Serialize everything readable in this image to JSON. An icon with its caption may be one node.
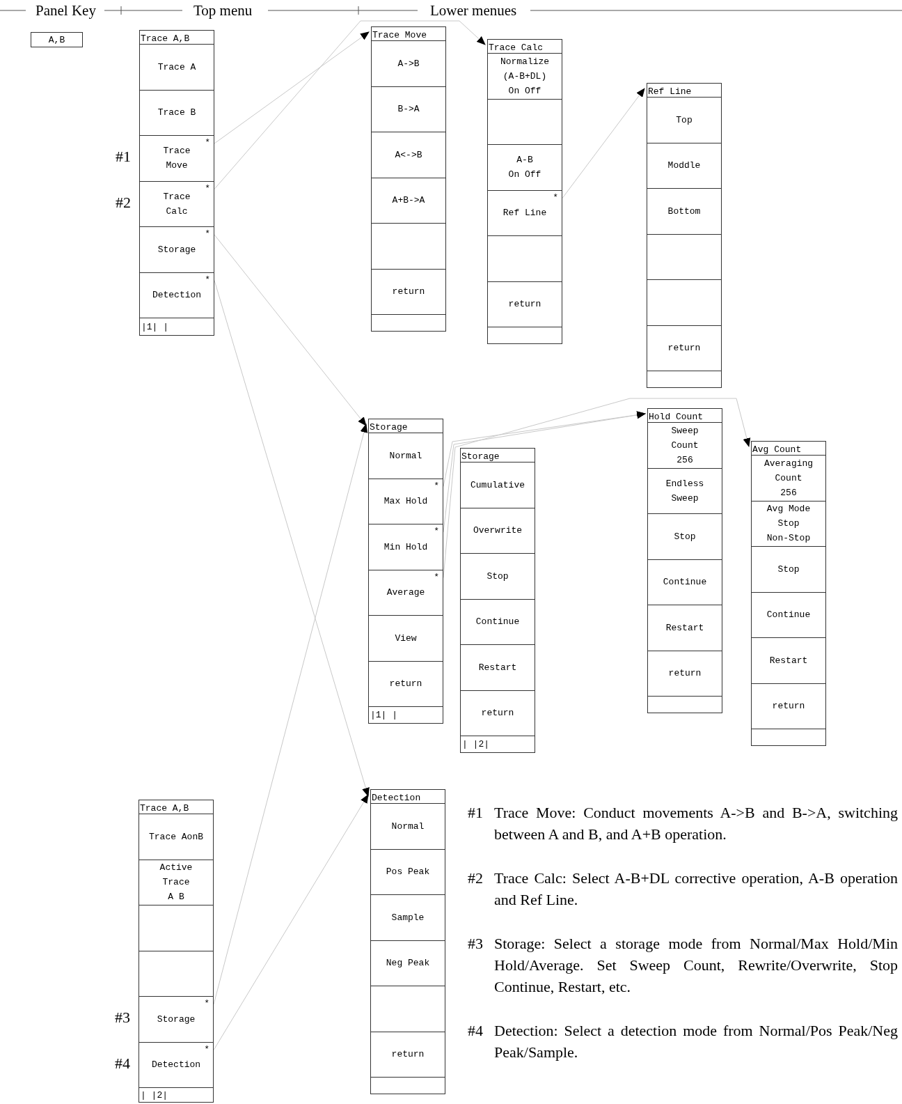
{
  "diagram": {
    "nodes": [
      {
        "text": [
          "A,B"
        ]
      },
      {
        "text": [
          "Trace A,B",
          "|1| |"
        ]
      },
      {
        "text": [
          "Trace A"
        ],
        "in": 1
      },
      {
        "text": [
          "Trace B"
        ],
        "in": 1
      },
      {
        "text": [
          "*",
          "Trace Move"
        ],
        "in": 1,
        "beside": [
          "#1"
        ]
      },
      {
        "text": [
          "*",
          "Trace Calc"
        ],
        "in": 1,
        "beside": [
          "#2"
        ]
      },
      {
        "text": [
          "*",
          "Storage"
        ],
        "in": 1
      },
      {
        "text": [
          "*",
          "Detection"
        ],
        "in": 1
      },
      {
        "text": [
          "Trace Move"
        ]
      },
      {
        "text": [
          "A->B"
        ],
        "in": 8
      },
      {
        "text": [
          "B->A"
        ],
        "in": 8
      },
      {
        "text": [
          "A<->B"
        ],
        "in": 8
      },
      {
        "text": [
          "A+B->A"
        ],
        "in": 8
      },
      {
        "text": [],
        "shape": "box",
        "in": 8
      },
      {
        "text": [
          "return"
        ],
        "in": 8
      },
      {
        "text": [
          "Trace Calc"
        ]
      },
      {
        "text": [
          "Normalize (A-B+DL) On Off"
        ],
        "in": 15
      },
      {
        "text": [],
        "shape": "box",
        "in": 15
      },
      {
        "text": [
          "A-B On Off"
        ],
        "in": 15
      },
      {
        "text": [
          "*",
          "Ref Line"
        ],
        "in": 15
      },
      {
        "text": [],
        "shape": "box",
        "in": 15
      },
      {
        "text": [
          "return"
        ],
        "in": 15
      },
      {
        "text": [
          "Ref Line"
        ]
      },
      {
        "text": [
          "Top"
        ],
        "in": 22
      },
      {
        "text": [
          "Moddle"
        ],
        "in": 22
      },
      {
        "text": [
          "Bottom"
        ],
        "in": 22
      },
      {
        "text": [],
        "shape": "box",
        "in": 22
      },
      {
        "text": [],
        "shape": "box",
        "in": 22
      },
      {
        "text": [
          "return"
        ],
        "in": 22
      },
      {
        "text": [
          "Storage",
          "|1| |"
        ]
      },
      {
        "text": [
          "Normal"
        ],
        "in": 29
      },
      {
        "text": [
          "*",
          "Max Hold"
        ],
        "in": 29
      },
      {
        "text": [
          "*",
          "Min Hold"
        ],
        "in": 29
      },
      {
        "text": [
          "*",
          "Average"
        ],
        "in": 29
      },
      {
        "text": [
          "View"
        ],
        "in": 29
      },
      {
        "text": [
          "return"
        ],
        "in": 29
      },
      {
        "text": [
          "Storage",
          "| |2|"
        ]
      },
      {
        "text": [
          "Cumulative"
        ],
        "in": 36
      },
      {
        "text": [
          "Overwrite"
        ],
        "in": 36
      },
      {
        "text": [
          "Stop"
        ],
        "in": 36
      },
      {
        "text": [
          "Continue"
        ],
        "in": 36
      },
      {
        "text": [
          "Restart"
        ],
        "in": 36
      },
      {
        "text": [
          "return"
        ],
        "in": 36
      },
      {
        "text": [
          "Hold Count"
        ]
      },
      {
        "text": [
          "Sweep Count 256"
        ],
        "in": 43
      },
      {
        "text": [
          "Endless Sweep"
        ],
        "in": 43
      },
      {
        "text": [
          "Stop"
        ],
        "in": 43
      },
      {
        "text": [
          "Continue"
        ],
        "in": 43
      },
      {
        "text": [
          "Restart"
        ],
        "in": 43
      },
      {
        "text": [
          "return"
        ],
        "in": 43
      },
      {
        "text": [
          "Avg Count"
        ]
      },
      {
        "text": [
          "Averaging Count 256"
        ],
        "in": 50
      },
      {
        "text": [
          "Avg Mode Stop Non-Stop"
        ],
        "in": 50
      },
      {
        "text": [
          "Stop"
        ],
        "in": 50
      },
      {
        "text": [
          "Continue"
        ],
        "in": 50
      },
      {
        "text": [
          "Restart"
        ],
        "in": 50
      },
      {
        "text": [
          "return"
        ],
        "in": 50
      },
      {
        "text": [
          "Trace A,B",
          "| |2|"
        ]
      },
      {
        "text": [
          "Trace AonB"
        ],
        "in": 57
      },
      {
        "text": [
          "Active Trace A B"
        ],
        "in": 57
      },
      {
        "text": [],
        "shape": "box",
        "in": 57
      },
      {
        "text": [],
        "shape": "box",
        "in": 57
      },
      {
        "text": [
          "*",
          "Storage"
        ],
        "in": 57,
        "beside": [
          "#3"
        ]
      },
      {
        "text": [
          "*",
          "Detection"
        ],
        "in": 57,
        "beside": [
          "#4"
        ]
      },
      {
        "text": [
          "Detection"
        ]
      },
      {
        "text": [
          "Normal"
        ],
        "in": 64
      },
      {
        "text": [
          "Pos Peak"
        ],
        "in": 64
      },
      {
        "text": [
          "Sample"
        ],
        "in": 64
      },
      {
        "text": [
          "Neg Peak"
        ],
        "in": 64
      },
      {
        "text": [],
        "shape": "box",
        "in": 64
      },
      {
        "text": [
          "return"
        ],
        "in": 64
      }
    ],
    "edges": [
      {
        "from": 4,
        "to": 8,
        "arrow": "to"
      },
      {
        "from": 5,
        "to": 15,
        "arrow": "to"
      },
      {
        "from": 19,
        "to": 22,
        "arrow": "to"
      },
      {
        "from": 6,
        "to": 29,
        "arrow": "to"
      },
      {
        "from": 62,
        "to": 29,
        "arrow": "to"
      },
      {
        "from": 7,
        "to": 64,
        "arrow": "to"
      },
      {
        "from": 63,
        "to": 64,
        "arrow": "to"
      },
      {
        "from": 31,
        "to": 43,
        "arrow": "to"
      },
      {
        "from": 32,
        "to": 43,
        "arrow": "to"
      },
      {
        "from": 33,
        "to": 50,
        "arrow": "to"
      }
    ],
    "labels": [
      "Panel Key",
      "Top menu",
      "Lower menues",
      "#1",
      "Trace Move: Conduct movements A->B and B->A, switching between A and B, and A+B operation.",
      "#2",
      "Trace Calc: Select A-B+DL corrective operation, A-B operation and Ref Line.",
      "#3",
      "Storage: Select a storage mode from Normal/Max Hold/Min Hold/Average. Set Sweep Count, Rewrite/Overwrite, Stop Continue, Restart, etc.",
      "#4",
      "Detection: Select a detection mode from Normal/Pos Peak/Neg Peak/Sample."
    ]
  }
}
